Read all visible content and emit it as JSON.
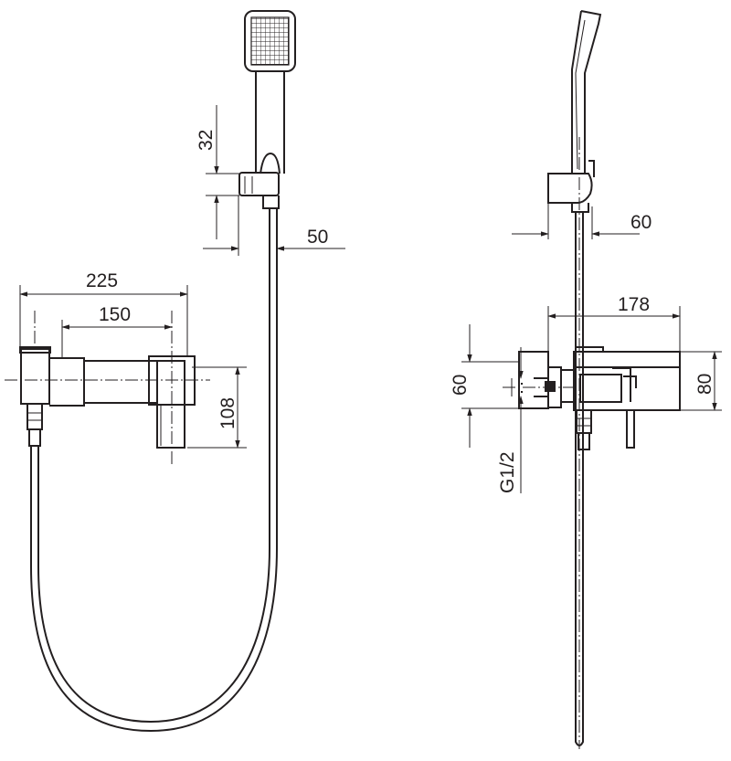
{
  "dimensions": {
    "front_handshower_offset": "32",
    "front_holder_depth": "50",
    "front_overall_width": "225",
    "front_centers": "150",
    "front_height": "108",
    "side_holder_projection": "60",
    "side_projection": "178",
    "side_body_height": "80",
    "side_flange_height": "60",
    "side_thread": "G1/2"
  }
}
